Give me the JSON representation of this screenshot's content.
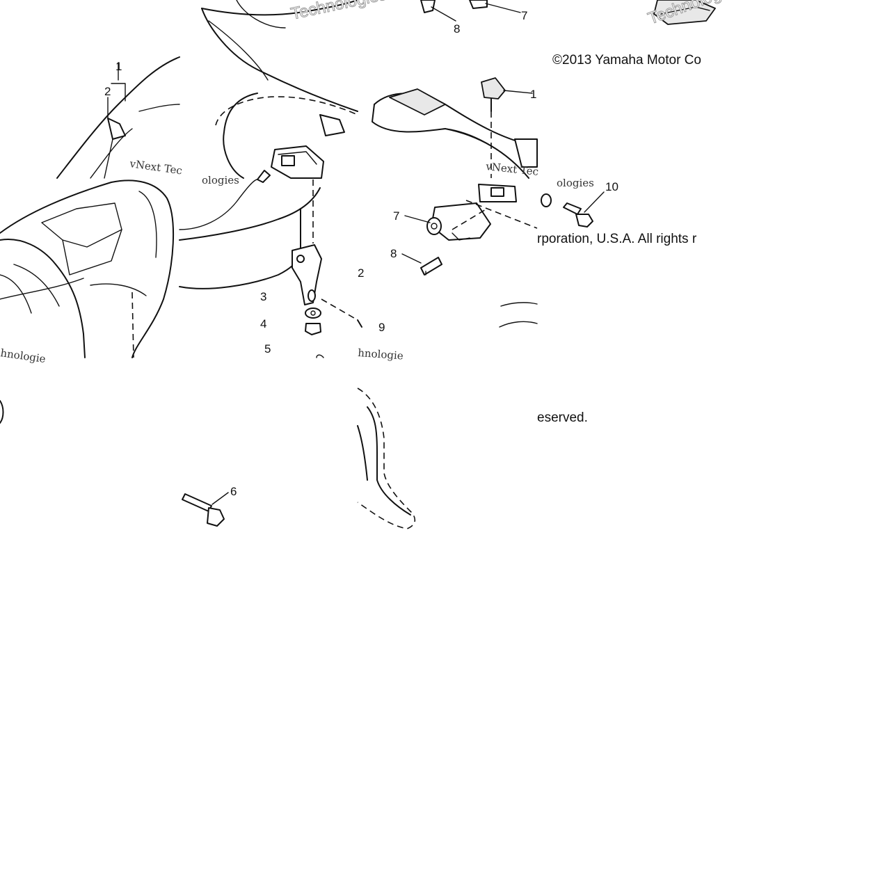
{
  "diagram": {
    "copyright_parts": [
      "©2013 Yamaha Motor Co",
      "rporation, U.S.A. All rights r",
      "eserved."
    ],
    "watermark_text": "vNext Tec",
    "watermark_text_2": "ologies",
    "watermark_text_3": "hnologie",
    "watermark_text_4": "Technologies",
    "callouts": [
      {
        "label": "1"
      },
      {
        "label": "2"
      },
      {
        "label": "3"
      },
      {
        "label": "4"
      },
      {
        "label": "5"
      },
      {
        "label": "6"
      },
      {
        "label": "7"
      },
      {
        "label": "8"
      },
      {
        "label": "9"
      },
      {
        "label": "10"
      },
      {
        "label": "2"
      },
      {
        "label": "7"
      },
      {
        "label": "8"
      },
      {
        "label": "1"
      }
    ]
  }
}
